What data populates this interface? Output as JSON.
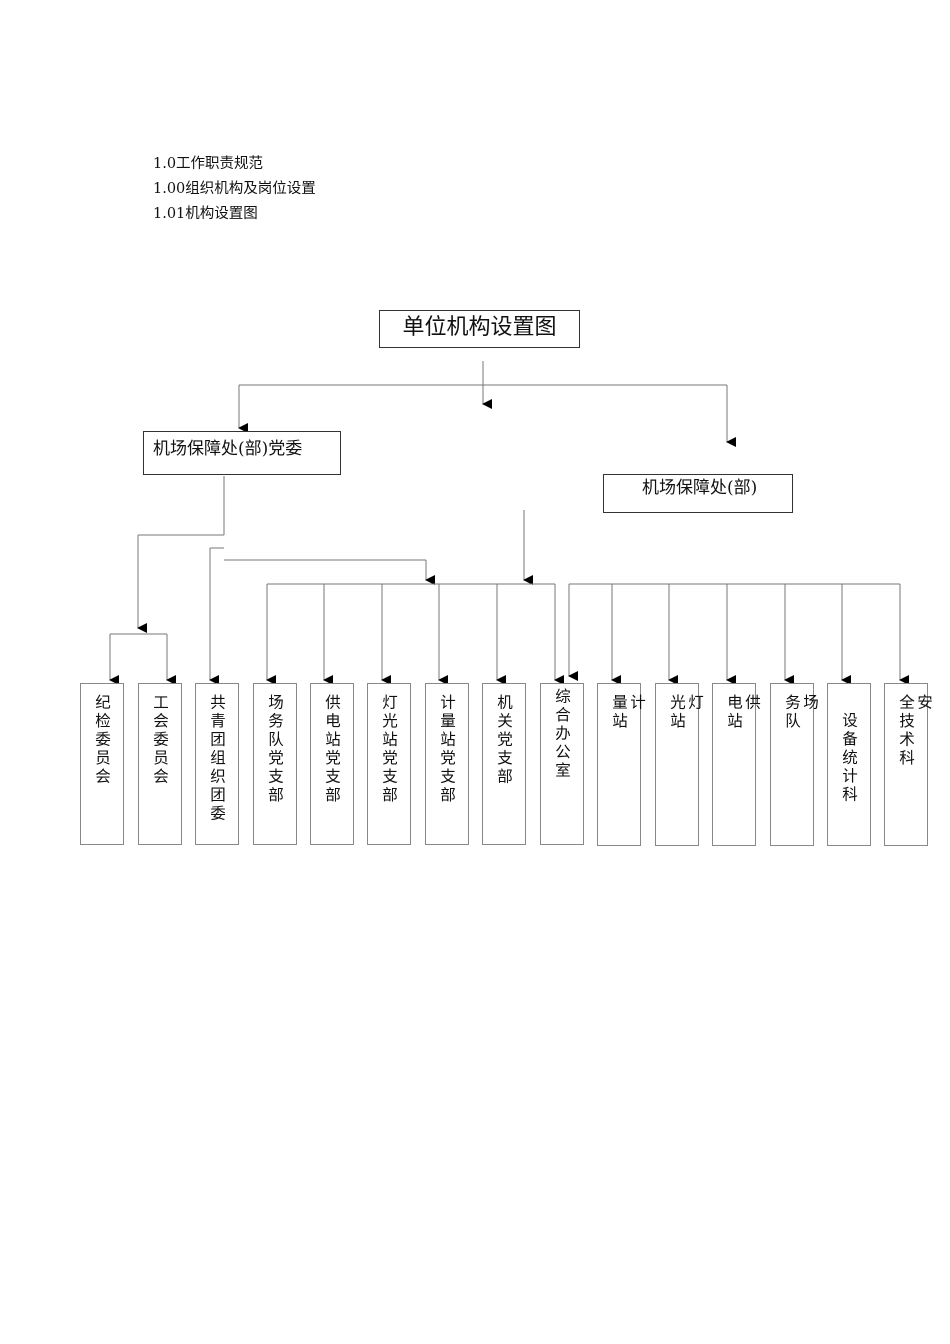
{
  "headings": [
    "1.0工作职责规范",
    "1.00组织机构及岗位设置",
    "1.01机构设置图"
  ],
  "diagram": {
    "title": "单位机构设置图",
    "party_committee": "机场保障处(部)党委",
    "admin_dept": "机场保障处(部)",
    "units": [
      {
        "id": "discipline",
        "label": "纪检委员会"
      },
      {
        "id": "union",
        "label": "工会委员会"
      },
      {
        "id": "youth",
        "label": "共青团组织团委"
      },
      {
        "id": "field-party",
        "label": "场务队党支部"
      },
      {
        "id": "power-party",
        "label": "供电站党支部"
      },
      {
        "id": "light-party",
        "label": "灯光站党支部"
      },
      {
        "id": "metering-party",
        "label": "计量站党支部"
      },
      {
        "id": "office-party",
        "label": "机关党支部"
      },
      {
        "id": "general-office",
        "label": "综合办公室"
      },
      {
        "id": "metering-station",
        "label": "计\n量站"
      },
      {
        "id": "light-station",
        "label": "灯\n光站"
      },
      {
        "id": "power-station",
        "label": "供\n电站"
      },
      {
        "id": "field-team",
        "label": "场\n务队"
      },
      {
        "id": "equipment",
        "label": "设备统计科"
      },
      {
        "id": "safety",
        "label": "安\n全技术科"
      }
    ]
  }
}
